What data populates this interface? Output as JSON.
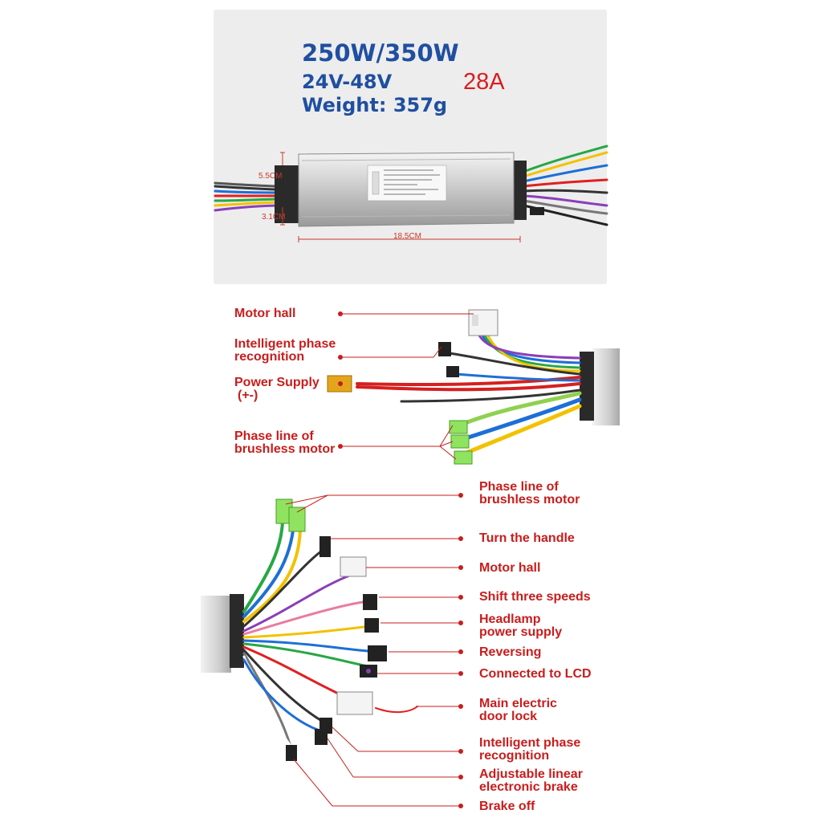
{
  "specs": {
    "power": "250W/350W",
    "voltage": "24V-48V",
    "weight": "Weight: 357g",
    "current": "28A"
  },
  "dimensions": {
    "height": "5.5CM",
    "width": "3.1CM",
    "length": "18.5CM"
  },
  "top_labels": {
    "motor_hall": "Motor hall",
    "intelligent_phase": [
      "Intelligent phase",
      "recognition"
    ],
    "power_supply": [
      "Power Supply",
      "(+-)"
    ],
    "phase_line": [
      "Phase line of",
      "brushless motor"
    ]
  },
  "bottom_labels": {
    "phase_line": [
      "Phase line of",
      "brushless motor"
    ],
    "turn_handle": "Turn the handle",
    "motor_hall": "Motor hall",
    "shift_speeds": "Shift three speeds",
    "headlamp": [
      "Headlamp",
      "power supply"
    ],
    "reversing": "Reversing",
    "lcd": "Connected to LCD",
    "door_lock": [
      "Main electric",
      "door lock"
    ],
    "intelligent_phase": [
      "Intelligent phase",
      "recognition"
    ],
    "ebrake": [
      "Adjustable linear",
      "electronic brake"
    ],
    "brake_off": "Brake off"
  },
  "colors": {
    "spec_blue": "#1f4fa0",
    "accent_red": "#c81d1d",
    "panel_bg": "#ededed"
  }
}
